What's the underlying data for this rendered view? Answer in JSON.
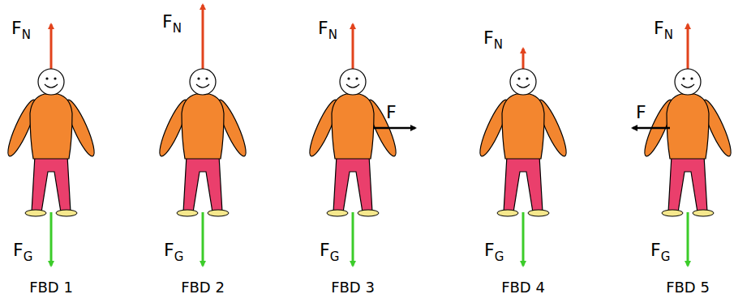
{
  "diagram": {
    "labels": [
      "FN",
      "FG",
      "FBD 1",
      "FN",
      "FG",
      "FBD 2",
      "FN",
      "F",
      "FG",
      "FBD 3",
      "FN",
      "FG",
      "FBD 4",
      "FN",
      "F",
      "FG",
      "FBD 5"
    ]
  }
}
